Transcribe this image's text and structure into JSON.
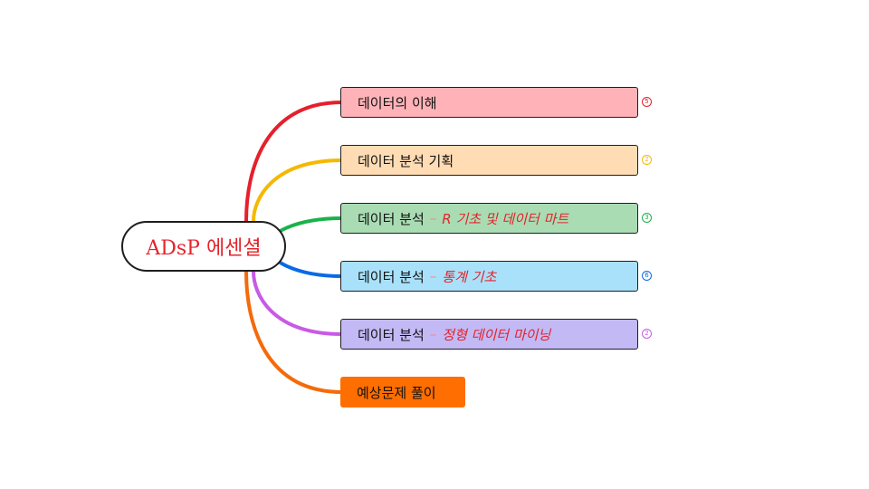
{
  "root": {
    "label": "ADsP 에센셜"
  },
  "branches": [
    {
      "main": "데이터의 이해",
      "sub": "",
      "count": "5",
      "color": "#e5202c",
      "fill": "#ffb3b8"
    },
    {
      "main": "데이터 분석 기획",
      "sub": "",
      "count": "2",
      "color": "#f5b800",
      "fill": "#ffdcb4"
    },
    {
      "main": "데이터 분석",
      "sub": "R 기초 및 데이터 마트",
      "count": "3",
      "color": "#1ab24a",
      "fill": "#aadcb4"
    },
    {
      "main": "데이터 분석",
      "sub": "통계 기초",
      "count": "6",
      "color": "#0a6ae6",
      "fill": "#aae1fa"
    },
    {
      "main": "데이터 분석",
      "sub": "정형 데이터 마이닝",
      "count": "2",
      "color": "#c85ae6",
      "fill": "#c3b9f5"
    },
    {
      "main": "예상문제 풀이",
      "sub": "",
      "count": "",
      "color": "#f56a0a",
      "fill": "#ff6e00"
    }
  ]
}
